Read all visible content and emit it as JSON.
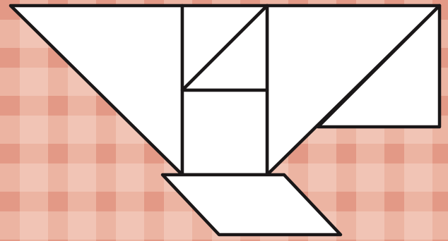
{
  "figure": {
    "kind": "tangram-silhouette",
    "piece_count": 7,
    "pieces": [
      {
        "id": "large-triangle-left",
        "shape": "triangle"
      },
      {
        "id": "large-triangle-right",
        "shape": "triangle"
      },
      {
        "id": "small-triangle-top",
        "shape": "triangle"
      },
      {
        "id": "square-center",
        "shape": "square"
      },
      {
        "id": "medium-triangle-right",
        "shape": "triangle"
      },
      {
        "id": "parallelogram-bottom",
        "shape": "parallelogram"
      }
    ]
  },
  "colors": {
    "background_base": "#f1c4b5",
    "plaid_band": "#e79f8c",
    "plaid_cross": "#dc8a77",
    "piece_fill": "#ffffff",
    "outline": "#1a1718"
  }
}
